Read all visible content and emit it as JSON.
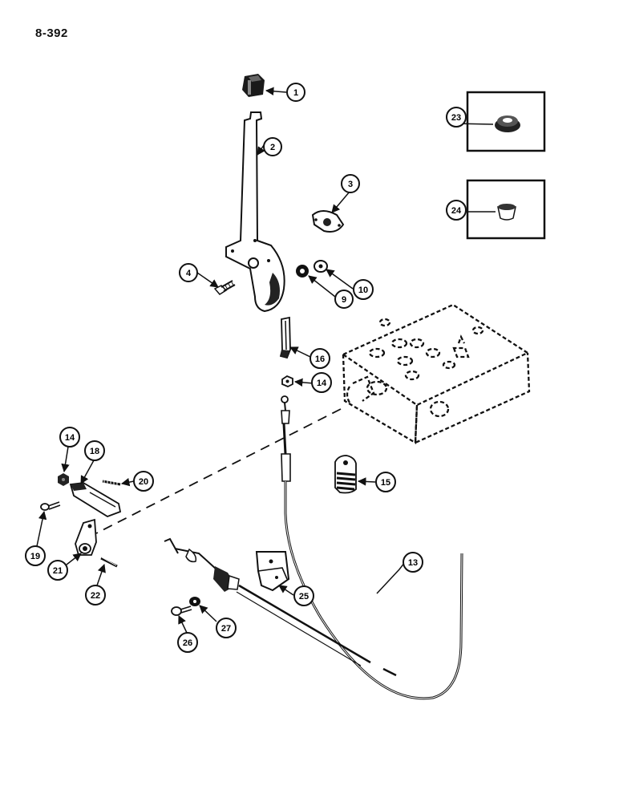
{
  "page": {
    "code": "8-392"
  },
  "colors": {
    "ink": "#111111",
    "paper": "#ffffff"
  },
  "parts": [
    {
      "id": "part-1",
      "label": "1",
      "icon": "knob-icon"
    },
    {
      "id": "part-2",
      "label": "2",
      "icon": "lever-icon"
    },
    {
      "id": "part-3",
      "label": "3",
      "icon": "plate-icon"
    },
    {
      "id": "part-4",
      "label": "4",
      "icon": "bolt-icon"
    },
    {
      "id": "part-9",
      "label": "9",
      "icon": "lockwasher-icon"
    },
    {
      "id": "part-10",
      "label": "10",
      "icon": "washer-icon"
    },
    {
      "id": "part-13",
      "label": "13",
      "icon": "cable-icon"
    },
    {
      "id": "part-14a",
      "label": "14",
      "icon": "nut-icon"
    },
    {
      "id": "part-14b",
      "label": "14",
      "icon": "nut-icon"
    },
    {
      "id": "part-15",
      "label": "15",
      "icon": "boot-icon"
    },
    {
      "id": "part-16",
      "label": "16",
      "icon": "link-icon"
    },
    {
      "id": "part-18",
      "label": "18",
      "icon": "arm-icon"
    },
    {
      "id": "part-19",
      "label": "19",
      "icon": "screw-icon"
    },
    {
      "id": "part-20",
      "label": "20",
      "icon": "spring-pin-icon"
    },
    {
      "id": "part-21",
      "label": "21",
      "icon": "clevis-icon"
    },
    {
      "id": "part-22",
      "label": "22",
      "icon": "pin-icon"
    },
    {
      "id": "part-23",
      "label": "23",
      "icon": "grommet-icon"
    },
    {
      "id": "part-24",
      "label": "24",
      "icon": "plug-icon"
    },
    {
      "id": "part-25",
      "label": "25",
      "icon": "bracket-icon"
    },
    {
      "id": "part-26",
      "label": "26",
      "icon": "screw-icon"
    },
    {
      "id": "part-27",
      "label": "27",
      "icon": "washer-icon"
    }
  ]
}
